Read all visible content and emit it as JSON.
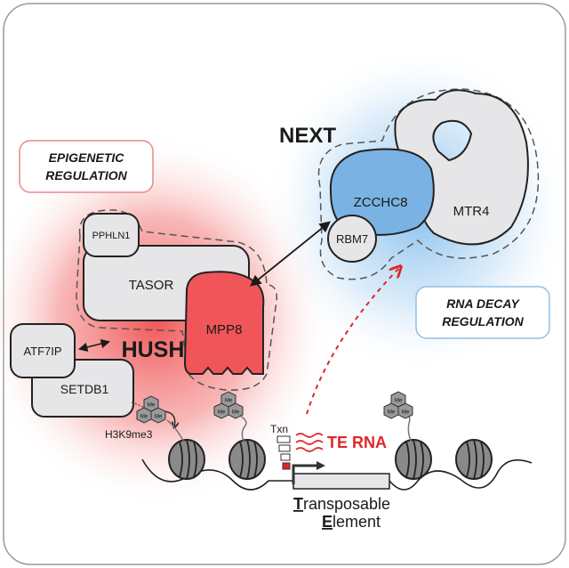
{
  "labels": {
    "epigenetic_line1": "EPIGENETIC",
    "epigenetic_line2": "REGULATION",
    "rna_decay_line1": "RNA DECAY",
    "rna_decay_line2": "REGULATION",
    "next": "NEXT",
    "hush": "HUSH",
    "zcchc8": "ZCCHC8",
    "mtr4": "MTR4",
    "rbm7": "RBM7",
    "pphln1": "PPHLN1",
    "tasor": "TASOR",
    "mpp8": "MPP8",
    "atf7ip": "ATF7IP",
    "setdb1": "SETDB1",
    "h3k9me3": "H3K9me3",
    "txn": "Txn",
    "te_rna": "TE RNA",
    "te_T": "T",
    "te_ransposable": "ransposable",
    "te_E": "E",
    "te_lement": "lement",
    "me": "Me"
  },
  "colors": {
    "hush_red": "#f26b6b",
    "next_blue": "#7fb6e6",
    "mpp8_fill": "#f0555a",
    "zcchc8_fill": "#7ab3e3",
    "protein_grey": "#e6e6e8",
    "nucleosome": "#8c8c8c",
    "te_rna_red": "#e0262b"
  },
  "icons": [
    "nucleosome-icon",
    "methyl-cluster-icon",
    "arrow-icon"
  ]
}
